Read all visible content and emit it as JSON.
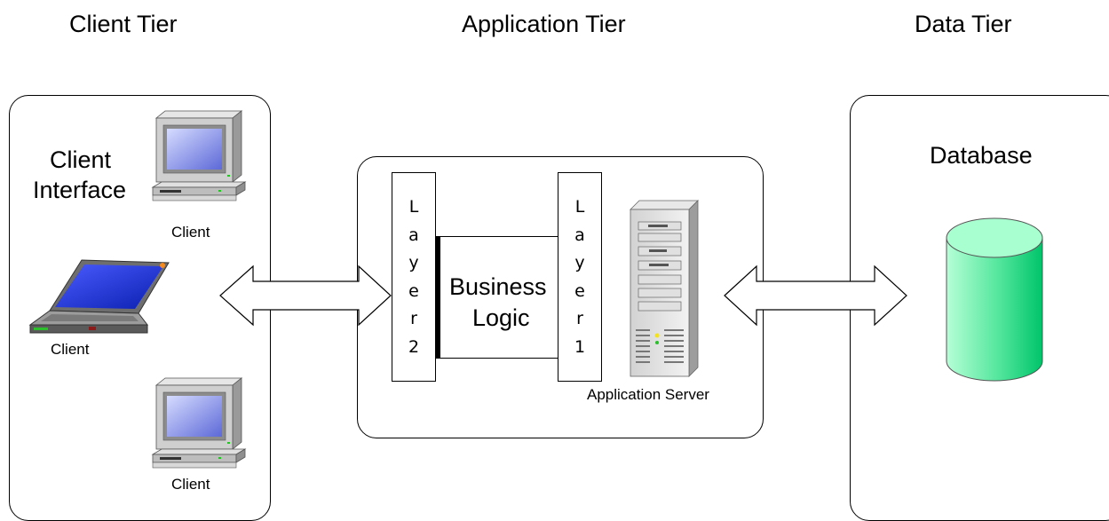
{
  "tiers": {
    "client": "Client Tier",
    "application": "Application Tier",
    "data": "Data Tier"
  },
  "client_panel": {
    "interface_label_line1": "Client",
    "interface_label_line2": "Interface",
    "clients": [
      "Client",
      "Client",
      "Client"
    ]
  },
  "app_panel": {
    "layer2": [
      "L",
      "a",
      "y",
      "e",
      "r",
      "2"
    ],
    "layer1": [
      "L",
      "a",
      "y",
      "e",
      "r",
      "1"
    ],
    "business_logic_line1": "Business",
    "business_logic_line2": "Logic",
    "server_label": "Application Server"
  },
  "data_panel": {
    "database_label": "Database"
  },
  "icons": {
    "desktop": "desktop-computer-icon",
    "laptop": "laptop-icon",
    "server": "tower-server-icon",
    "database": "database-cylinder-icon",
    "arrow": "double-headed-arrow-icon"
  },
  "colors": {
    "database_light": "#b5ffd6",
    "database_dark": "#00c46a",
    "screen_light": "#d6dcff",
    "screen_dark": "#5d69d8",
    "computer_body": "#c8c8c8"
  }
}
